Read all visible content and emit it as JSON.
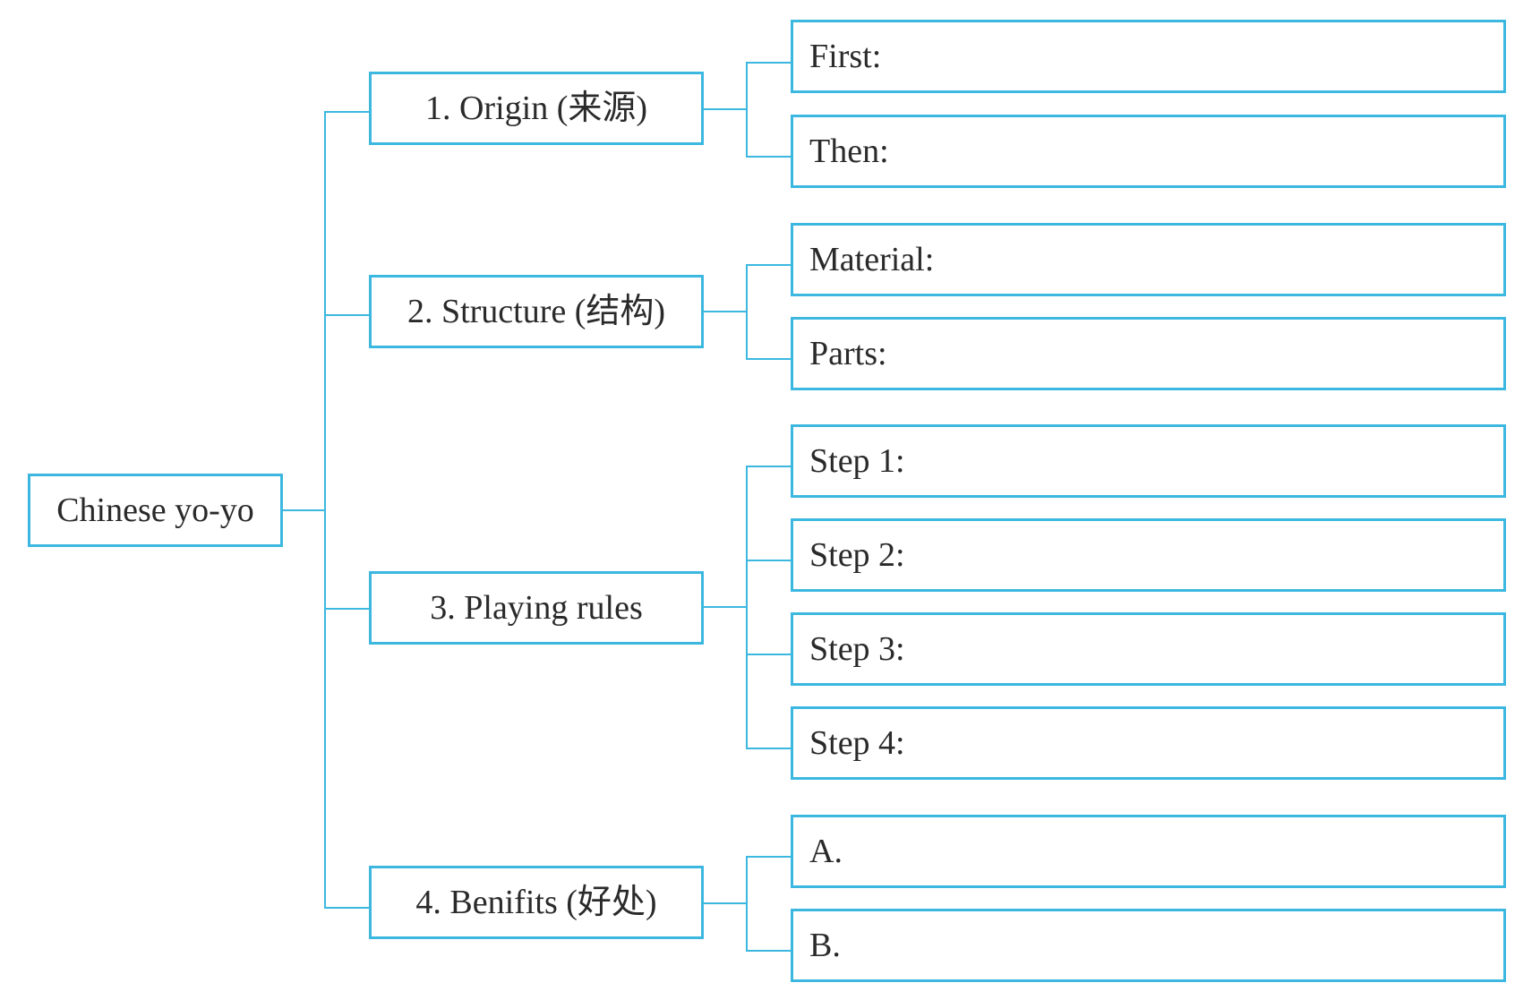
{
  "root": {
    "label": "Chinese yo-yo"
  },
  "categories": [
    {
      "label": "1. Origin (来源)",
      "items": [
        {
          "label": "First:"
        },
        {
          "label": "Then:"
        }
      ]
    },
    {
      "label": "2. Structure (结构)",
      "items": [
        {
          "label": "Material:"
        },
        {
          "label": "Parts:"
        }
      ]
    },
    {
      "label": "3. Playing rules",
      "items": [
        {
          "label": "Step 1:"
        },
        {
          "label": "Step 2:"
        },
        {
          "label": "Step 3:"
        },
        {
          "label": "Step 4:"
        }
      ]
    },
    {
      "label": "4. Benifits (好处)",
      "items": [
        {
          "label": "A."
        },
        {
          "label": "B."
        }
      ]
    }
  ],
  "colors": {
    "accent": "#3cb8e0",
    "text": "#2a2a2a"
  }
}
